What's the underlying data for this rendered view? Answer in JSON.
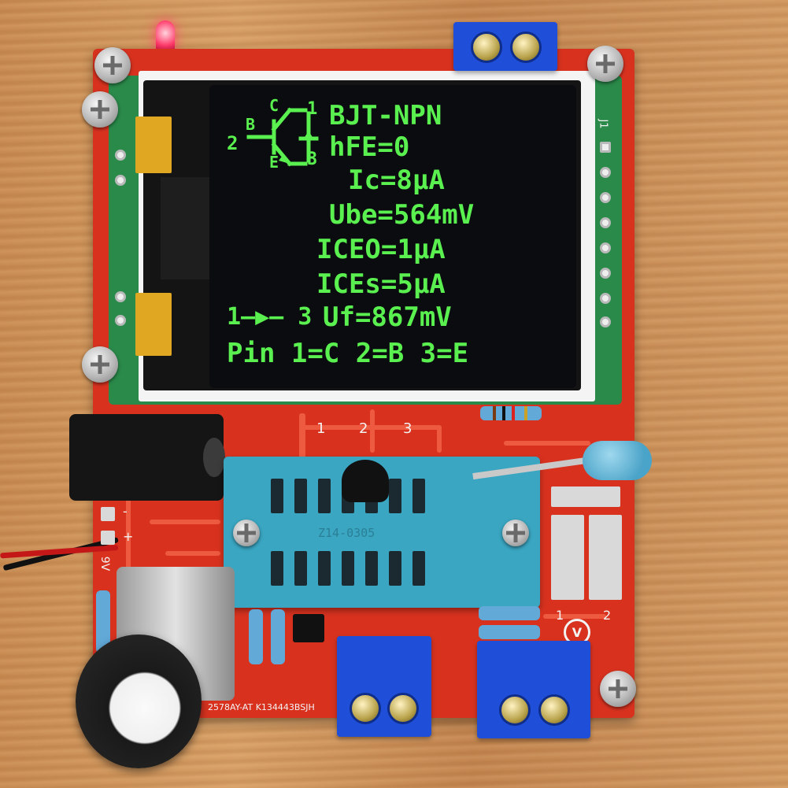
{
  "screen": {
    "lines": [
      "BJT-NPN",
      "hFE=0",
      "Ic=8µA",
      "Ube=564mV",
      "ICEO=1µA",
      "ICEs=5µA",
      "Uf=867mV",
      "Pin 1=C 2=B 3=E"
    ],
    "symbol_labels": {
      "c": "C",
      "b": "B",
      "e": "E",
      "pin1": "1",
      "pin2": "2",
      "pin3": "3"
    },
    "diode_label": "1—▶— 3",
    "text_color": "#5af04f"
  },
  "board": {
    "silk_pins": [
      "1",
      "2",
      "3"
    ],
    "header_label": "J1",
    "power_label": "9V",
    "power_signs": [
      "-",
      "+"
    ],
    "zif_model": "Z14-0305",
    "voltage_label": "V",
    "bottom_text": "2578AY-AT K134443BSJH",
    "right_pins": [
      "1",
      "2"
    ],
    "pcb_color": "#d8321f",
    "terminal_color": "#1f4fd8",
    "zif_color": "#3aa6c2"
  }
}
